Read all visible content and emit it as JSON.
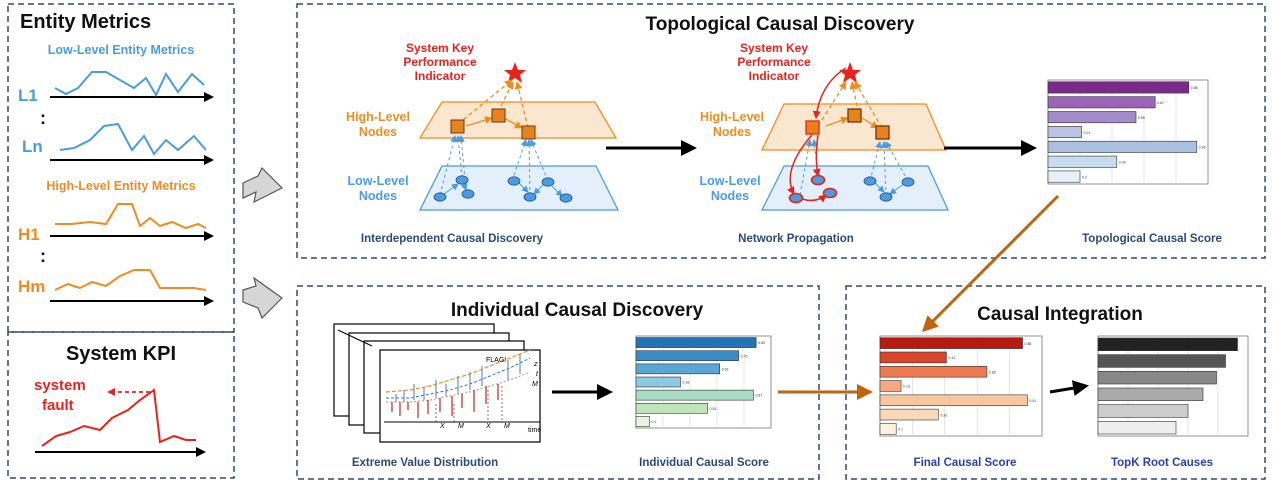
{
  "entity_metrics": {
    "title": "Entity Metrics",
    "low_level_label": "Low-Level Entity Metrics",
    "high_level_label": "High-Level  Entity Metrics",
    "rows": [
      "L1",
      "Ln",
      "H1",
      "Hm"
    ],
    "ellipsis": ":"
  },
  "system_kpi": {
    "title": "System KPI",
    "fault_line1": "system",
    "fault_line2": "fault"
  },
  "topological": {
    "title": "Topological Causal Discovery",
    "kpi_line1": "System Key",
    "kpi_line2": "Performance",
    "kpi_line3": "Indicator",
    "high_line1": "High-Level",
    "high_line2": "Nodes",
    "low_line1": "Low-Level",
    "low_line2": "Nodes",
    "caption_left": "Interdependent Causal Discovery",
    "caption_mid": "Network Propagation",
    "caption_right": "Topological Causal Score"
  },
  "individual": {
    "title": "Individual Causal Discovery",
    "caption_left": "Extreme Value Distribution",
    "caption_right": "Individual Causal Score",
    "flag": "FLAG!",
    "time": "time"
  },
  "integration": {
    "title": "Causal Integration",
    "caption_left": "Final Causal Score",
    "caption_right": "TopK  Root Causes"
  },
  "colors": {
    "panel_border": "#2b4a78",
    "low_level": "#4a9be0",
    "high_level": "#f08c1e",
    "kpi_red": "#e8231e",
    "caption_blue": "#2a3fb0",
    "arrow_brown": "#c0650f"
  },
  "charts": {
    "topological": [
      0.88,
      0.67,
      0.55,
      0.21,
      0.93,
      0.43,
      0.2
    ],
    "individual": [
      0.89,
      0.76,
      0.62,
      0.33,
      0.87,
      0.53,
      0.1
    ],
    "final": [
      0.88,
      0.41,
      0.66,
      0.13,
      0.91,
      0.36,
      0.1
    ],
    "topk": [
      0.93,
      0.85,
      0.79,
      0.7,
      0.6,
      0.52
    ]
  }
}
